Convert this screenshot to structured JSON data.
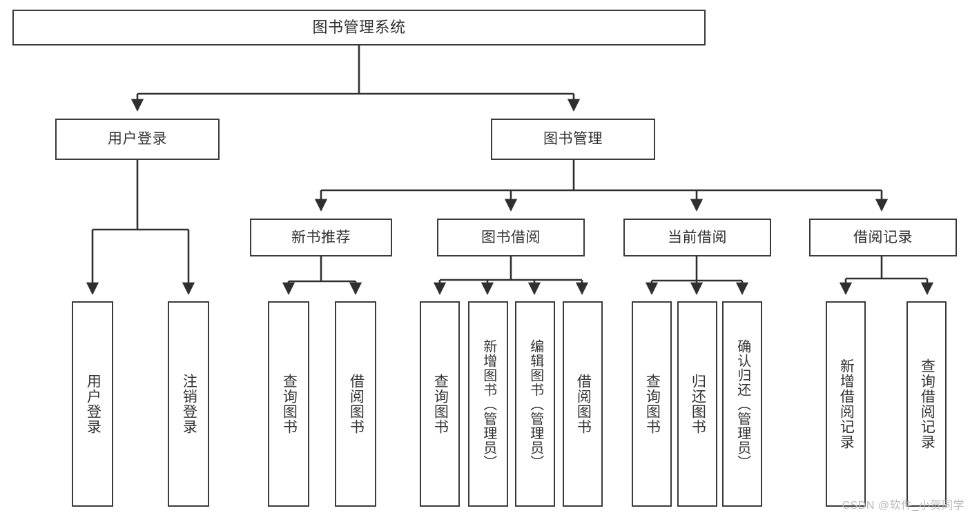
{
  "diagram": {
    "title": "图书管理系统",
    "type": "hierarchy-tree",
    "watermark": "CSDN @软件_小贺同学",
    "colors": {
      "background": "#ffffff",
      "box_border": "#3a3a3a",
      "box_fill": "#ffffff",
      "text": "#333333",
      "connector": "#2f2f2f",
      "watermark": "#b9b9b9"
    },
    "levels": {
      "root": {
        "label": "图书管理系统"
      },
      "level1": [
        {
          "label": "用户登录"
        },
        {
          "label": "图书管理"
        }
      ],
      "level2": [
        {
          "label": "新书推荐"
        },
        {
          "label": "图书借阅"
        },
        {
          "label": "当前借阅"
        },
        {
          "label": "借阅记录"
        }
      ],
      "leaves": {
        "user_login": [
          {
            "label": "用户登录"
          },
          {
            "label": "注销登录"
          }
        ],
        "new_book_recommend": [
          {
            "label": "查询图书"
          },
          {
            "label": "借阅图书"
          }
        ],
        "book_borrow": [
          {
            "label": "查询图书"
          },
          {
            "label": "新增图书（管理员）"
          },
          {
            "label": "编辑图书（管理员）"
          },
          {
            "label": "借阅图书"
          }
        ],
        "current_borrow": [
          {
            "label": "查询图书"
          },
          {
            "label": "归还图书"
          },
          {
            "label": "确认归还（管理员）"
          }
        ],
        "borrow_record": [
          {
            "label": "新增借阅记录"
          },
          {
            "label": "查询借阅记录"
          }
        ]
      }
    }
  }
}
